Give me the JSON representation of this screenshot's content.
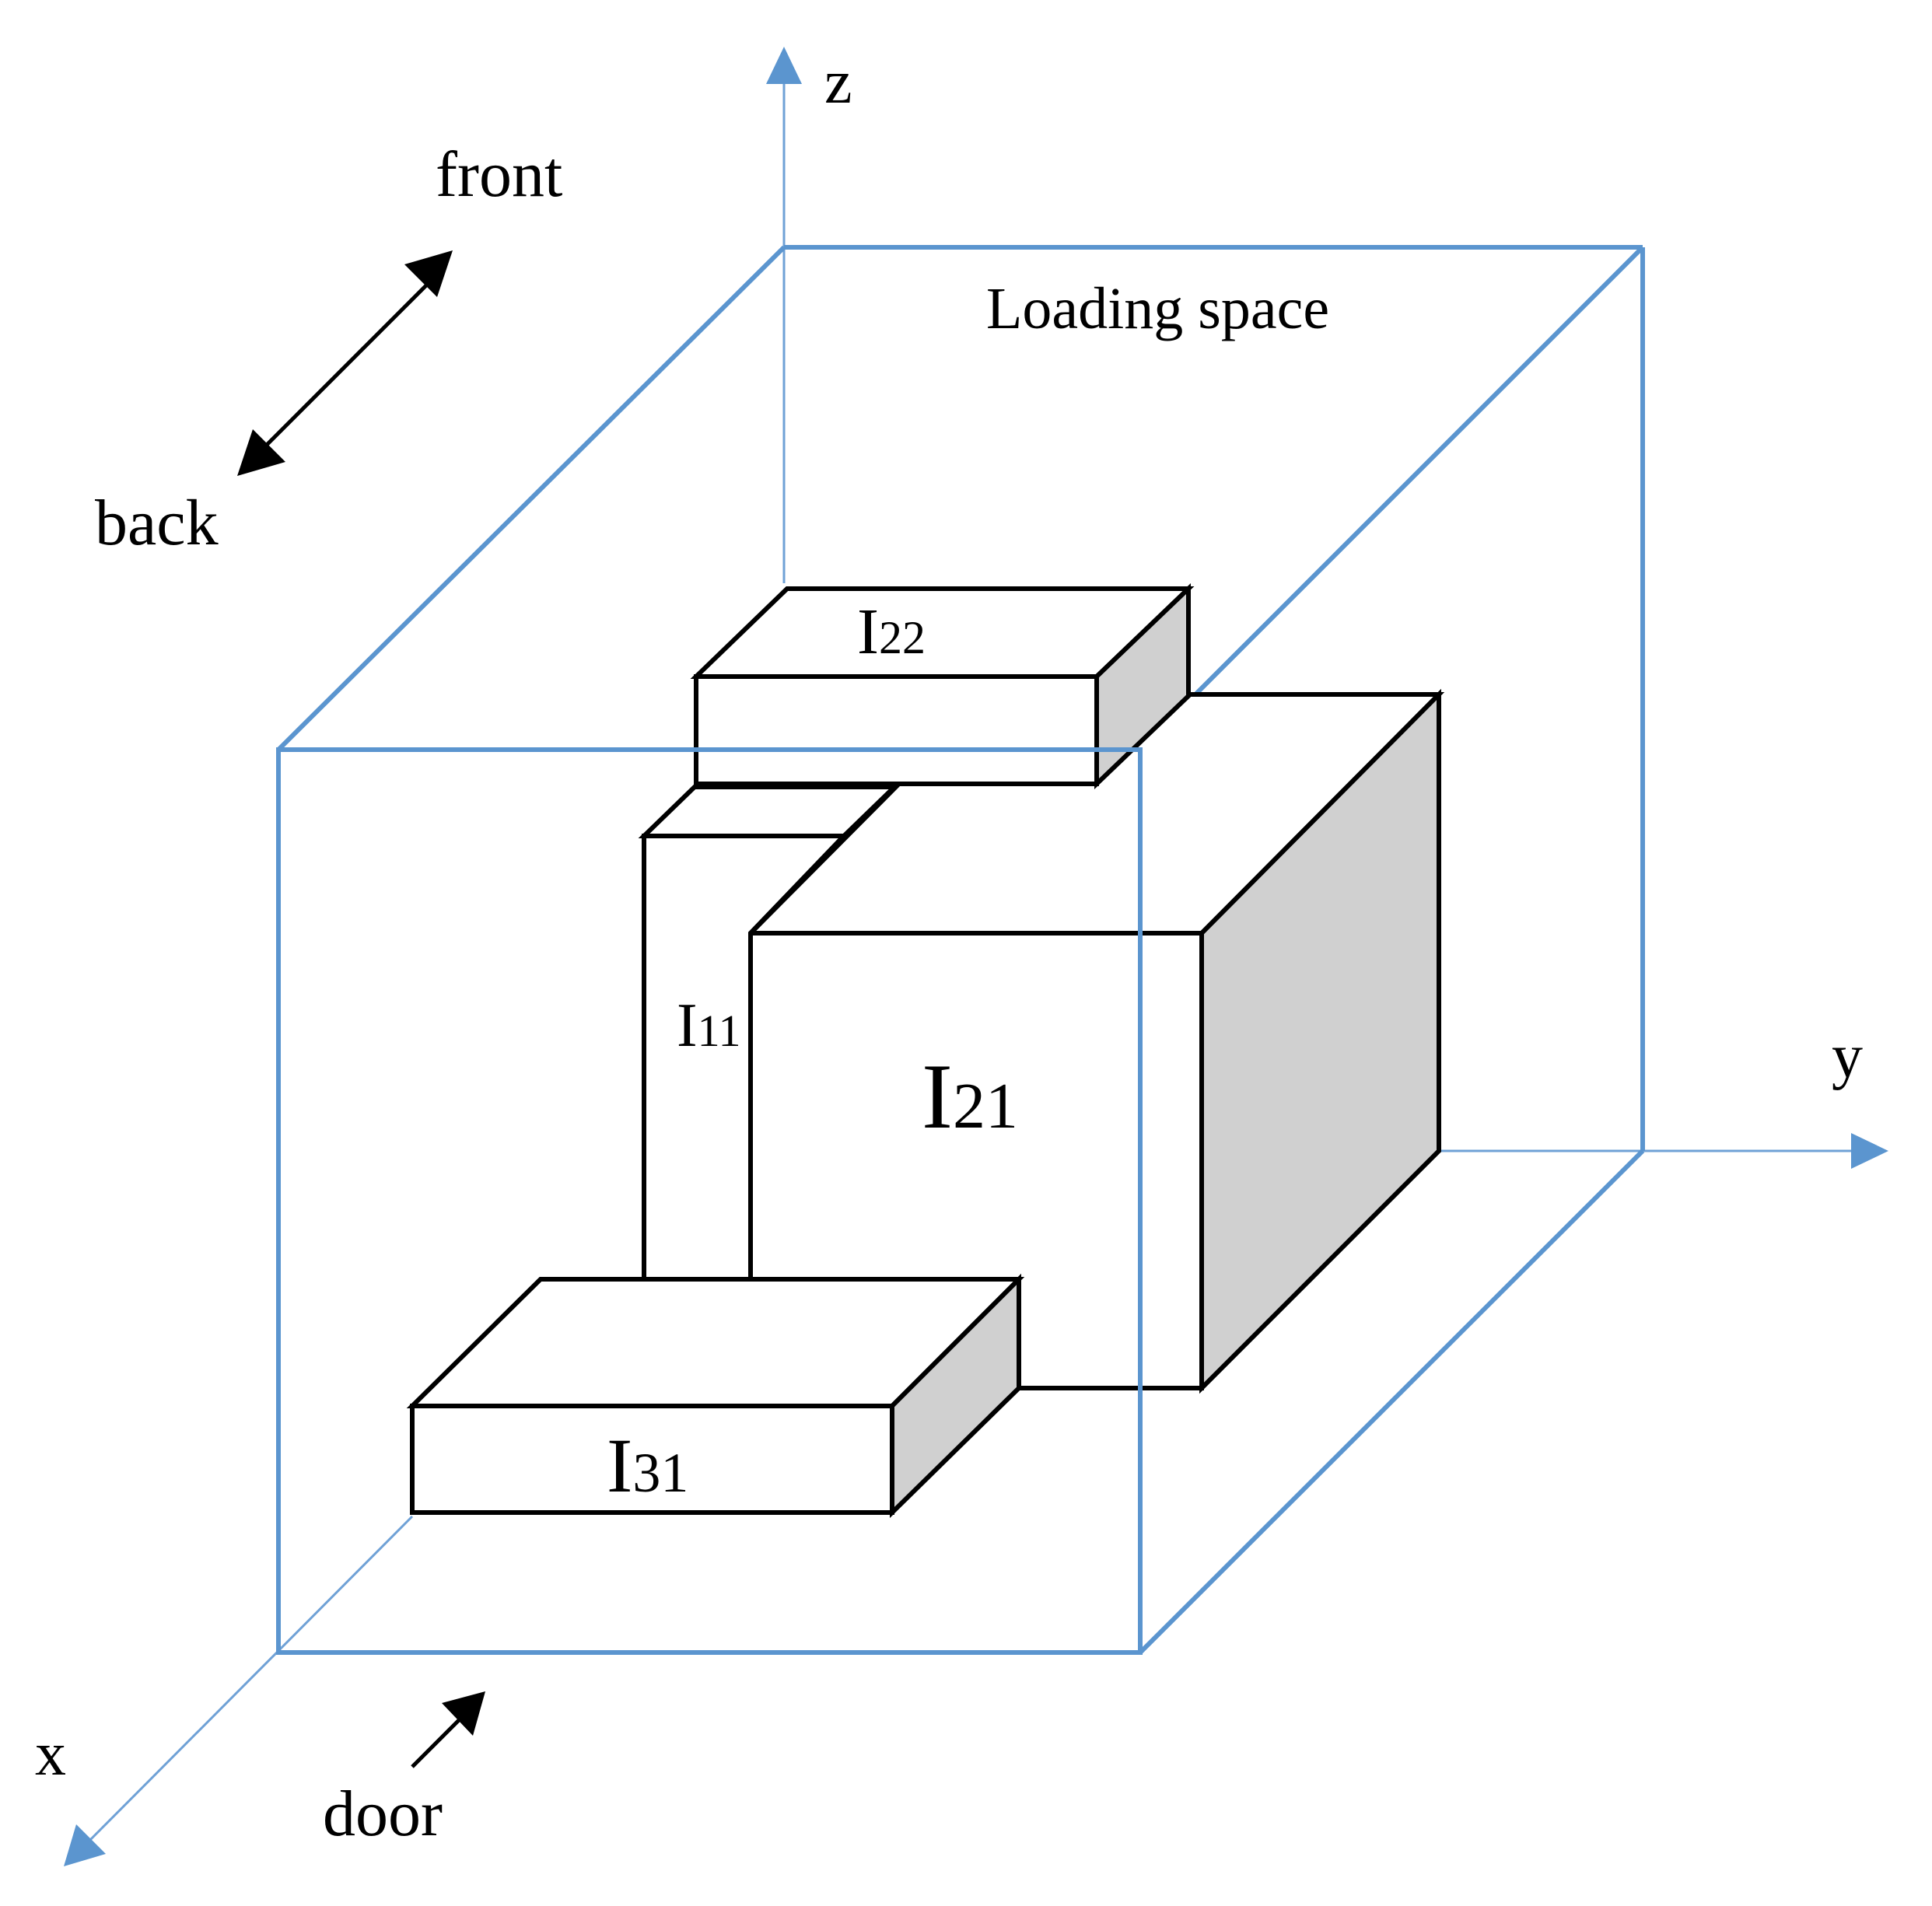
{
  "axes": {
    "x": "x",
    "y": "y",
    "z": "z"
  },
  "directions": {
    "front": "front",
    "back": "back",
    "door": "door"
  },
  "container": {
    "label": "Loading space"
  },
  "items": [
    {
      "id": "I11",
      "main": "I",
      "sub": "11"
    },
    {
      "id": "I21",
      "main": "I",
      "sub": "21"
    },
    {
      "id": "I22",
      "main": "I",
      "sub": "22"
    },
    {
      "id": "I31",
      "main": "I",
      "sub": "31"
    }
  ],
  "colors": {
    "axis": "#6fa1d6",
    "container": "#5b95cf",
    "item_side": "#d0d0d0",
    "item_edge": "#000000"
  }
}
